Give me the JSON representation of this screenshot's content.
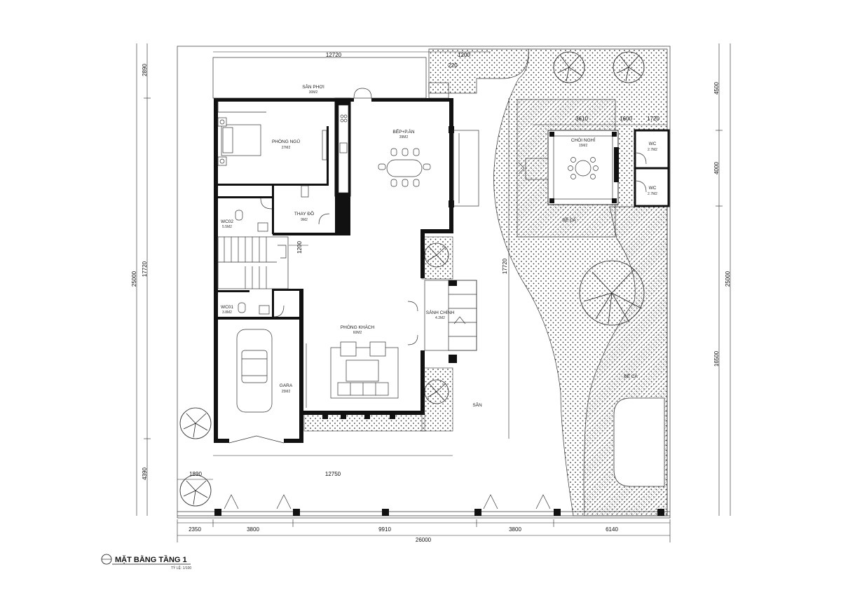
{
  "title": "MẶT BẰNG TẦNG 1",
  "scale_label": "TỶ LỆ: 1/100",
  "rooms": {
    "san_phoi": {
      "name": "SÂN PHƠI",
      "area": "30M2"
    },
    "phong_ngu": {
      "name": "PHÒNG NGỦ",
      "area": "27M2"
    },
    "bep": {
      "name": "BẾP+P.ĂN",
      "area": "39M2"
    },
    "thay_do": {
      "name": "THAY ĐỒ",
      "area": "9M2"
    },
    "wc02": {
      "name": "WC02",
      "area": "5.5M2"
    },
    "wc01": {
      "name": "WC01",
      "area": "3.8M2"
    },
    "sanh_chinh": {
      "name": "SẢNH CHÍNH",
      "area": "4.2M2"
    },
    "phong_khach": {
      "name": "PHÒNG KHÁCH",
      "area": "60M2"
    },
    "gara": {
      "name": "GARA",
      "area": "25M2"
    },
    "san": {
      "name": "SÂN"
    },
    "choi_nghi": {
      "name": "CHÒI NGHỈ",
      "area": "15M2"
    },
    "wc_a": {
      "name": "WC",
      "area": "2.7M2"
    },
    "wc_b": {
      "name": "WC",
      "area": "2.7M2"
    },
    "be_ca_1": {
      "name": "BỂ CÁ"
    },
    "be_ca_2": {
      "name": "BỂ CÁ"
    }
  },
  "dimensions": {
    "top_12720": "12720",
    "top_1200": "1200",
    "top_220": "220",
    "pav_3610": "3610",
    "pav_1600": "1600",
    "pav_1720": "1720",
    "stair_1200": "1200",
    "mid_17720": "17720",
    "bottom_1890": "1890",
    "bottom_12750": "12750",
    "b_2350": "2350",
    "b_3800a": "3800",
    "b_9910": "9910",
    "b_3800b": "3800",
    "b_6140": "6140",
    "total_26000": "26000",
    "left_2890": "2890",
    "left_17720": "17720",
    "left_25000": "25000",
    "left_4390": "4390",
    "right_4500": "4500",
    "right_4000": "4000",
    "right_25000": "25000",
    "right_16500": "16500"
  },
  "colors": {
    "wall": "#111111",
    "line": "#333333",
    "background": "#ffffff"
  }
}
